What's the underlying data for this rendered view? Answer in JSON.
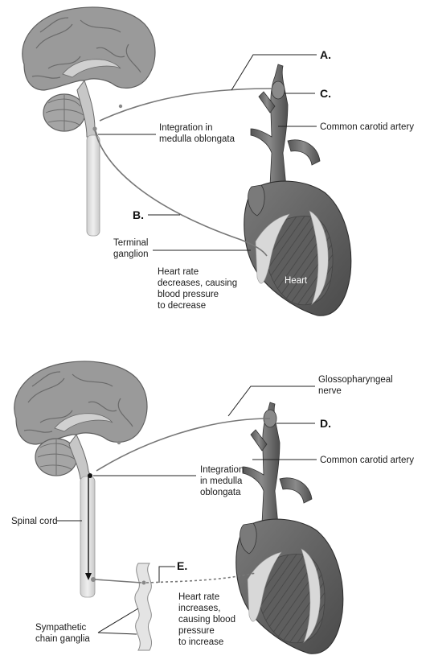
{
  "top_panel": {
    "label_a": "A.",
    "label_b": "B.",
    "label_c": "C.",
    "integration_line1": "Integration in",
    "integration_line2": "medulla oblongata",
    "carotid": "Common carotid artery",
    "terminal_line1": "Terminal",
    "terminal_line2": "ganglion",
    "effect_line1": "Heart rate",
    "effect_line2": "decreases, causing",
    "effect_line3": "blood pressure",
    "effect_line4": "to decrease",
    "heart": "Heart"
  },
  "bottom_panel": {
    "glosso_line1": "Glossopharyngeal",
    "glosso_line2": "nerve",
    "label_d": "D.",
    "label_e": "E.",
    "carotid": "Common carotid artery",
    "integration_line1": "Integration",
    "integration_line2": "in medulla",
    "integration_line3": "oblongata",
    "spinal_cord": "Spinal cord",
    "sympathetic_line1": "Sympathetic",
    "sympathetic_line2": "chain ganglia",
    "effect_line1": "Heart rate",
    "effect_line2": "increases,",
    "effect_line3": "causing blood",
    "effect_line4": "pressure",
    "effect_line5": "to increase"
  },
  "colors": {
    "brain": "#9a9a9a",
    "brain_dark": "#5f5f5f",
    "heart": "#6b6b6b",
    "heart_dark": "#3f3f3f",
    "fat": "#d8d8d8",
    "nerve": "#777777",
    "cord": "#e2e2e2"
  }
}
